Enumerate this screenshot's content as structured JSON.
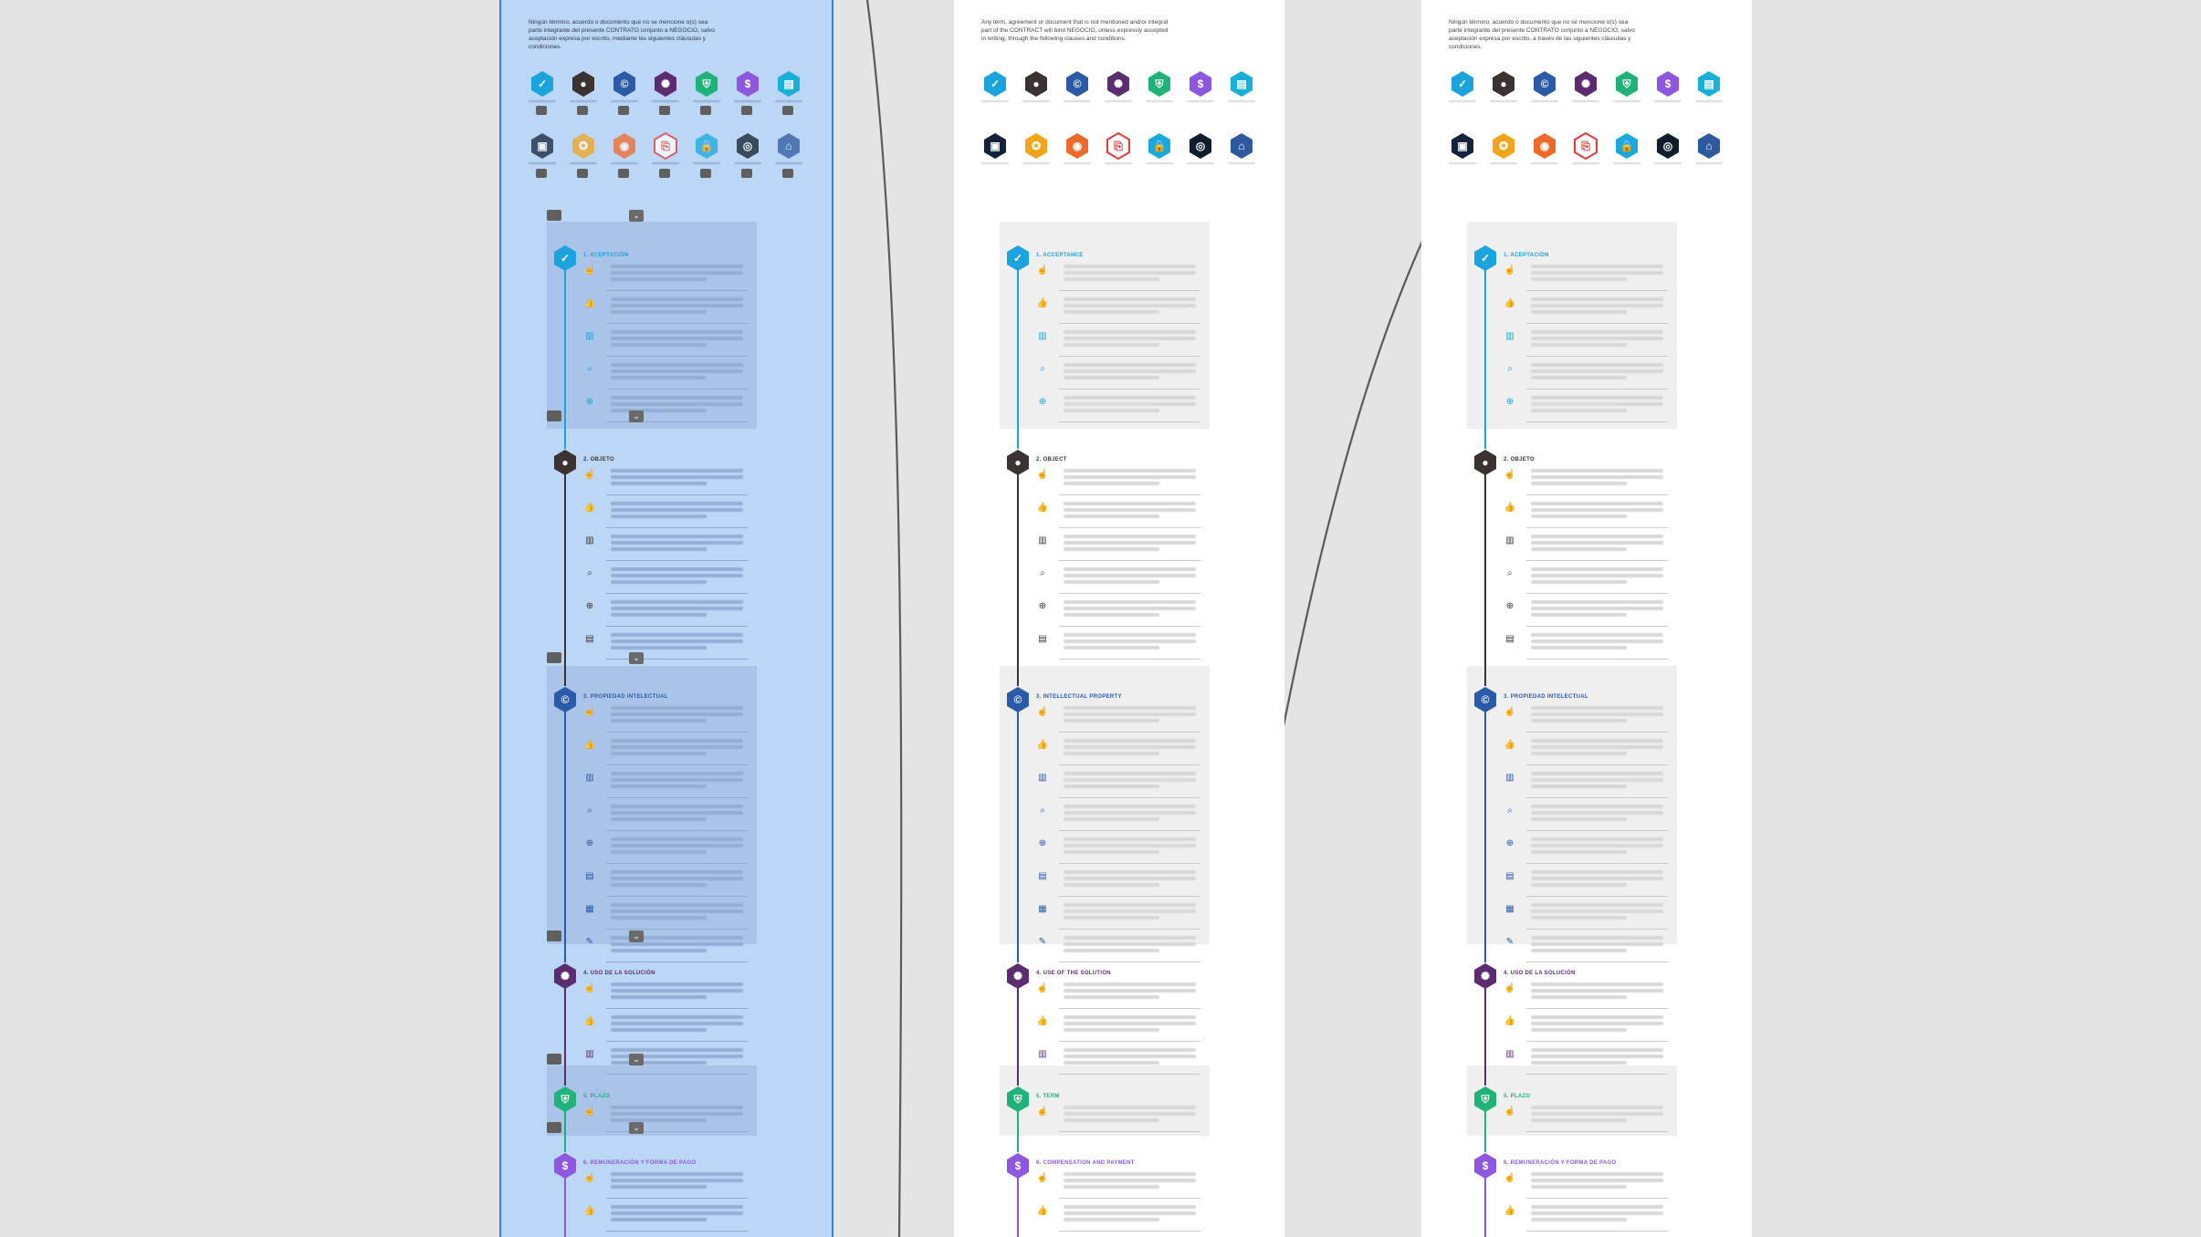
{
  "artboards": [
    {
      "id": "es-selected",
      "intro": "Ningún término, acuerdo o documento que no se mencione o(s) sea parte integrante del presente CONTRATO conjunto a NEGOCIO, salvo aceptación expresa por escrito, mediante las siguientes cláusulas y condiciones.",
      "sections": [
        {
          "title": "1. ACEPTACIÓN"
        },
        {
          "title": "2. OBJETO"
        },
        {
          "title": "3. PROPIEDAD INTELECTUAL"
        },
        {
          "title": "4. USO DE LA SOLUCIÓN"
        },
        {
          "title": "5. PLAZO"
        },
        {
          "title": "6. REMUNERACIÓN Y FORMA DE PAGO"
        }
      ]
    },
    {
      "id": "en",
      "intro": "Any term, agreement or document that is not mentioned and/or integral part of the CONTRACT will bind NEGOCIO, unless expressly accepted in writing, through the following clauses and conditions.",
      "sections": [
        {
          "title": "1. ACCEPTANCE"
        },
        {
          "title": "2. OBJECT"
        },
        {
          "title": "3. INTELLECTUAL PROPERTY"
        },
        {
          "title": "4. USE OF THE SOLUTION"
        },
        {
          "title": "5. TERM"
        },
        {
          "title": "6. COMPENSATION AND PAYMENT"
        }
      ]
    },
    {
      "id": "es",
      "intro": "Ningún término, acuerdo o documento que no se mencione o(s) sea parte integrante del presente CONTRATO conjunto a NEGOCIO, salvo aceptación expresa por escrito, a través de las siguientes cláusulas y condiciones.",
      "sections": [
        {
          "title": "1. ACEPTACIÓN"
        },
        {
          "title": "2. OBJETO"
        },
        {
          "title": "3. PROPIEDAD INTELECTUAL"
        },
        {
          "title": "4. USO DE LA SOLUCIÓN"
        },
        {
          "title": "5. PLAZO"
        },
        {
          "title": "6. REMUNERACIÓN Y FORMA DE PAGO"
        }
      ]
    }
  ],
  "colors": {
    "blue": "#1aa3dc",
    "brown": "#3b3331",
    "navy": "#2a5aa8",
    "purple": "#5b2c6f",
    "green": "#1fb37a",
    "violet": "#8d57e0",
    "cyan": "#18b0d8",
    "darknavy": "#14233b",
    "orange": "#f2a51c",
    "coral": "#ef6a2a",
    "red": "#e23b3b",
    "lightblue": "#19a9e1",
    "black": "#0f1d2c",
    "bank": "#2d5a9e",
    "wire": "#5a5a5a",
    "selection": "#3d7fdc"
  },
  "icon_row1": [
    "check-hex-icon",
    "object-hex-icon",
    "copyright-hex-icon",
    "gear-hex-icon",
    "shield-hex-icon",
    "dollar-hex-icon",
    "document-hex-icon"
  ],
  "icon_row2": [
    "id-card-hex-icon",
    "medal-hex-icon",
    "eye-hex-icon",
    "clipboard-hex-icon",
    "lock-hex-icon",
    "globe-hex-icon",
    "bank-hex-icon"
  ]
}
